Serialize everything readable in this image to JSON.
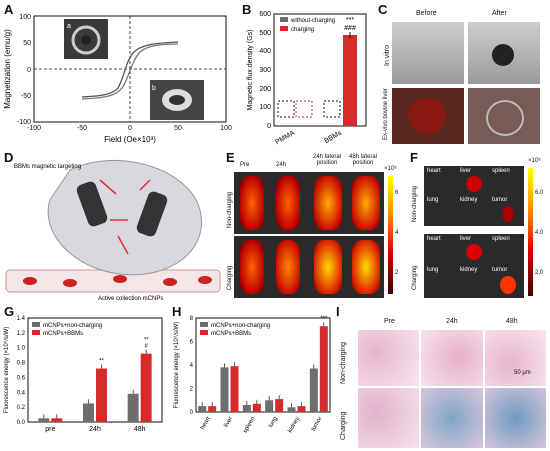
{
  "panels": {
    "A": "A",
    "B": "B",
    "C": "C",
    "D": "D",
    "E": "E",
    "F": "F",
    "G": "G",
    "H": "H",
    "I": "I"
  },
  "panelA": {
    "xlabel": "Field (Oe×10³)",
    "ylabel": "Magnetization (emu/g)",
    "xticks": [
      "-100",
      "-50",
      "0",
      "50",
      "100"
    ],
    "yticks": [
      "100",
      "50",
      "0",
      "-50",
      "-100"
    ],
    "inset_a": "a",
    "inset_b": "b"
  },
  "panelB": {
    "ylabel": "Magnetic flux density (Gs)",
    "legend": [
      "without-charging",
      "charging"
    ],
    "categories": [
      "PMMA",
      "BBMs"
    ],
    "yticks": [
      "0",
      "100",
      "200",
      "300",
      "400",
      "500",
      "600"
    ],
    "annot1": "***",
    "annot2": "###"
  },
  "panelC": {
    "before": "Before",
    "after": "After",
    "row1": "In vitro",
    "row2": "Ex-vivo bovine liver"
  },
  "panelD": {
    "label1": "BBMs magnetic targeting",
    "label2": "Active collection mCNPs"
  },
  "panelE": {
    "cols": [
      "Pre",
      "24h",
      "24h lateral position",
      "48h lateral position"
    ],
    "row1": "Non-charging",
    "row2": "Charging",
    "scale_top": "×10⁸",
    "scale": [
      "6",
      "4",
      "2"
    ]
  },
  "panelF": {
    "organs": [
      "heart",
      "liver",
      "spleen",
      "lung",
      "kidney",
      "tumor"
    ],
    "row1": "Non-charging",
    "row2": "Charging",
    "scale_top": "×10⁸",
    "scale": [
      "6.0",
      "4.0",
      "2.0"
    ]
  },
  "chart_data": [
    {
      "type": "bar",
      "title": "",
      "ylabel": "Fluorescence energy (×10⁹/s/W)",
      "categories": [
        "pre",
        "24h",
        "48h"
      ],
      "ylim": [
        0,
        1.4
      ],
      "yticks": [
        "0.0",
        "0.2",
        "0.4",
        "0.6",
        "0.8",
        "1.0",
        "1.2",
        "1.4"
      ],
      "series": [
        {
          "name": "mCNPs+non-charging",
          "values": [
            0.05,
            0.25,
            0.38
          ]
        },
        {
          "name": "mCNPs+BBMs",
          "values": [
            0.05,
            0.72,
            0.92
          ]
        }
      ],
      "annotations": [
        {
          "category": "24h",
          "text": "**"
        },
        {
          "category": "48h",
          "text": "#"
        },
        {
          "category": "48h",
          "text": "**"
        }
      ]
    },
    {
      "type": "bar",
      "title": "",
      "ylabel": "Fluorescence energy (×10⁹/s/W)",
      "categories": [
        "heart",
        "liver",
        "spleen",
        "lung",
        "kidney",
        "tumor"
      ],
      "ylim": [
        0,
        8
      ],
      "yticks": [
        "0",
        "2",
        "4",
        "6",
        "8"
      ],
      "series": [
        {
          "name": "mCNPs+non-charging",
          "values": [
            0.5,
            3.8,
            0.6,
            1.0,
            0.4,
            3.7
          ]
        },
        {
          "name": "mCNPs+BBMs",
          "values": [
            0.5,
            3.9,
            0.7,
            1.1,
            0.5,
            7.3
          ]
        }
      ],
      "annotations": [
        {
          "category": "tumor",
          "text": "***"
        }
      ]
    }
  ],
  "panelI": {
    "cols": [
      "Pre",
      "24h",
      "48h"
    ],
    "row1": "Non-charging",
    "row2": "Charging",
    "scalebar": "50 μm"
  },
  "colors": {
    "grey": "#6e6e6e",
    "red": "#d62b2b"
  }
}
